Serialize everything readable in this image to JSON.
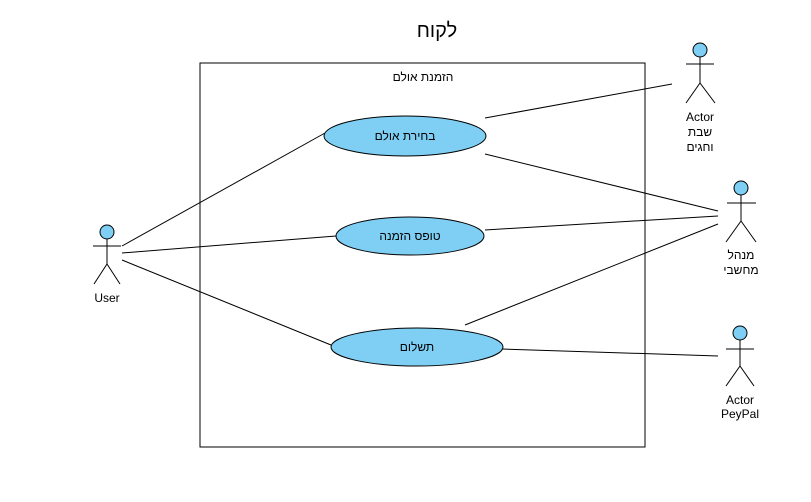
{
  "title": "לקוח",
  "colors": {
    "boundary_fill": "#7fcff4",
    "usecase_fill": "#7fcff4",
    "actor_head_fill": "#7fcff4",
    "stroke": "#000000",
    "background": "#ffffff"
  },
  "system": {
    "label": "הזמנת אולם"
  },
  "use_cases": [
    {
      "id": "uc1",
      "label": "בחירת אולם"
    },
    {
      "id": "uc2",
      "label": "טופס הזמנה"
    },
    {
      "id": "uc3",
      "label": "תשלום"
    }
  ],
  "actors": [
    {
      "id": "user",
      "lines": [
        "User"
      ]
    },
    {
      "id": "a1",
      "lines": [
        "Actor",
        "שבת",
        "וחגים"
      ]
    },
    {
      "id": "a2",
      "lines": [
        "מנהל",
        "מחשבי"
      ]
    },
    {
      "id": "a3",
      "lines": [
        "Actor",
        "PeyPal"
      ]
    }
  ],
  "associations": [
    {
      "from": "user",
      "to": "uc1"
    },
    {
      "from": "user",
      "to": "uc2"
    },
    {
      "from": "user",
      "to": "uc3"
    },
    {
      "from": "uc1",
      "to": "a1"
    },
    {
      "from": "uc1",
      "to": "a2"
    },
    {
      "from": "uc2",
      "to": "a2"
    },
    {
      "from": "uc3",
      "to": "a2"
    },
    {
      "from": "uc3",
      "to": "a3"
    }
  ]
}
